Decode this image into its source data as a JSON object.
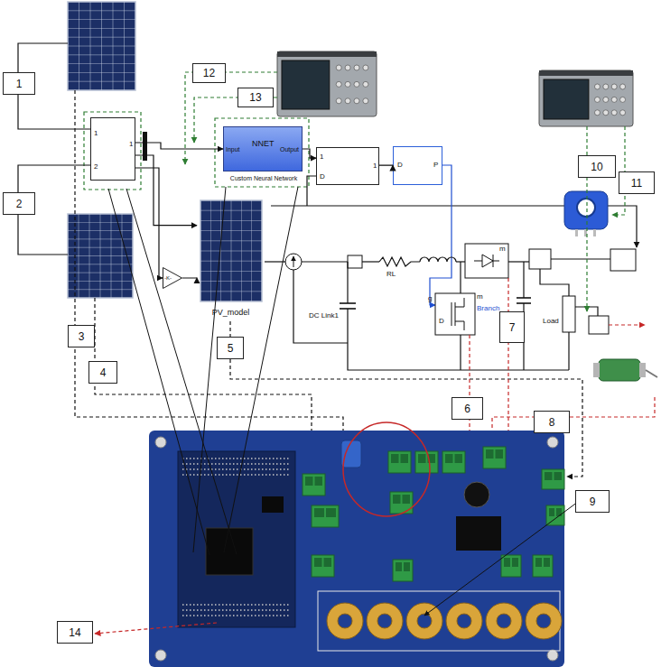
{
  "diagram": {
    "nodes": [
      {
        "text": [
          "1"
        ]
      },
      {
        "text": [
          "2"
        ]
      },
      {
        "text": [
          "12"
        ]
      },
      {
        "text": [
          "13"
        ]
      },
      {
        "text": [
          "1",
          "2",
          "1"
        ]
      },
      {
        "text": [
          "Input",
          "NNET",
          "Output",
          "Custom Neural Network"
        ]
      },
      {
        "text": [
          "1",
          "D",
          "1"
        ]
      },
      {
        "text": [
          "D",
          "P"
        ]
      },
      {
        "text": [
          "-K-"
        ]
      },
      {
        "text": [
          "PV_model"
        ]
      },
      {
        "text": [
          "10"
        ]
      },
      {
        "text": [
          "11"
        ]
      },
      {
        "text": [
          "3"
        ]
      },
      {
        "text": [
          "4"
        ]
      },
      {
        "text": [
          "5"
        ]
      },
      {
        "text": [
          "7"
        ]
      },
      {
        "text": [
          "6"
        ]
      },
      {
        "text": [
          "8"
        ]
      },
      {
        "text": [
          "9"
        ]
      },
      {
        "text": [
          "14"
        ]
      }
    ],
    "edges": [
      {
        "from": 4,
        "to": 5,
        "arrow": "to"
      },
      {
        "from": 5,
        "to": 6,
        "arrow": "to"
      },
      {
        "from": 6,
        "to": 7,
        "arrow": "to"
      },
      {
        "from": 4,
        "to": 8,
        "arrow": "to"
      },
      {
        "from": 8,
        "to": 9,
        "arrow": "to"
      },
      {
        "from": 4,
        "to": 9,
        "arrow": "to"
      }
    ],
    "labels": [
      "RL",
      "DC Link1",
      "Load",
      "g",
      "m",
      "D",
      "m",
      "Branch"
    ]
  }
}
